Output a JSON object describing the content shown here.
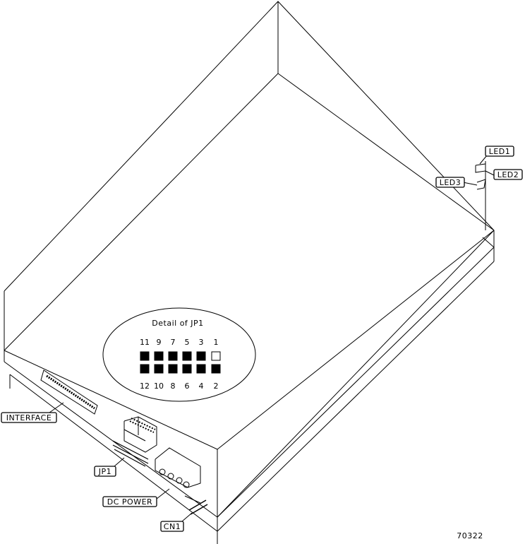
{
  "labels": {
    "led1": "LED1",
    "led2": "LED2",
    "led3": "LED3",
    "interface": "INTERFACE",
    "jp1": "JP1",
    "dc_power": "DC POWER",
    "cn1": "CN1"
  },
  "detail": {
    "title": "Detail of JP1",
    "top_pins": [
      "11",
      "9",
      "7",
      "5",
      "3",
      "1"
    ],
    "bottom_pins": [
      "12",
      "10",
      "8",
      "6",
      "4",
      "2"
    ],
    "top_filled": [
      true,
      true,
      true,
      true,
      true,
      false
    ],
    "bottom_filled": [
      true,
      true,
      true,
      true,
      true,
      true
    ]
  },
  "figure_number": "70322"
}
